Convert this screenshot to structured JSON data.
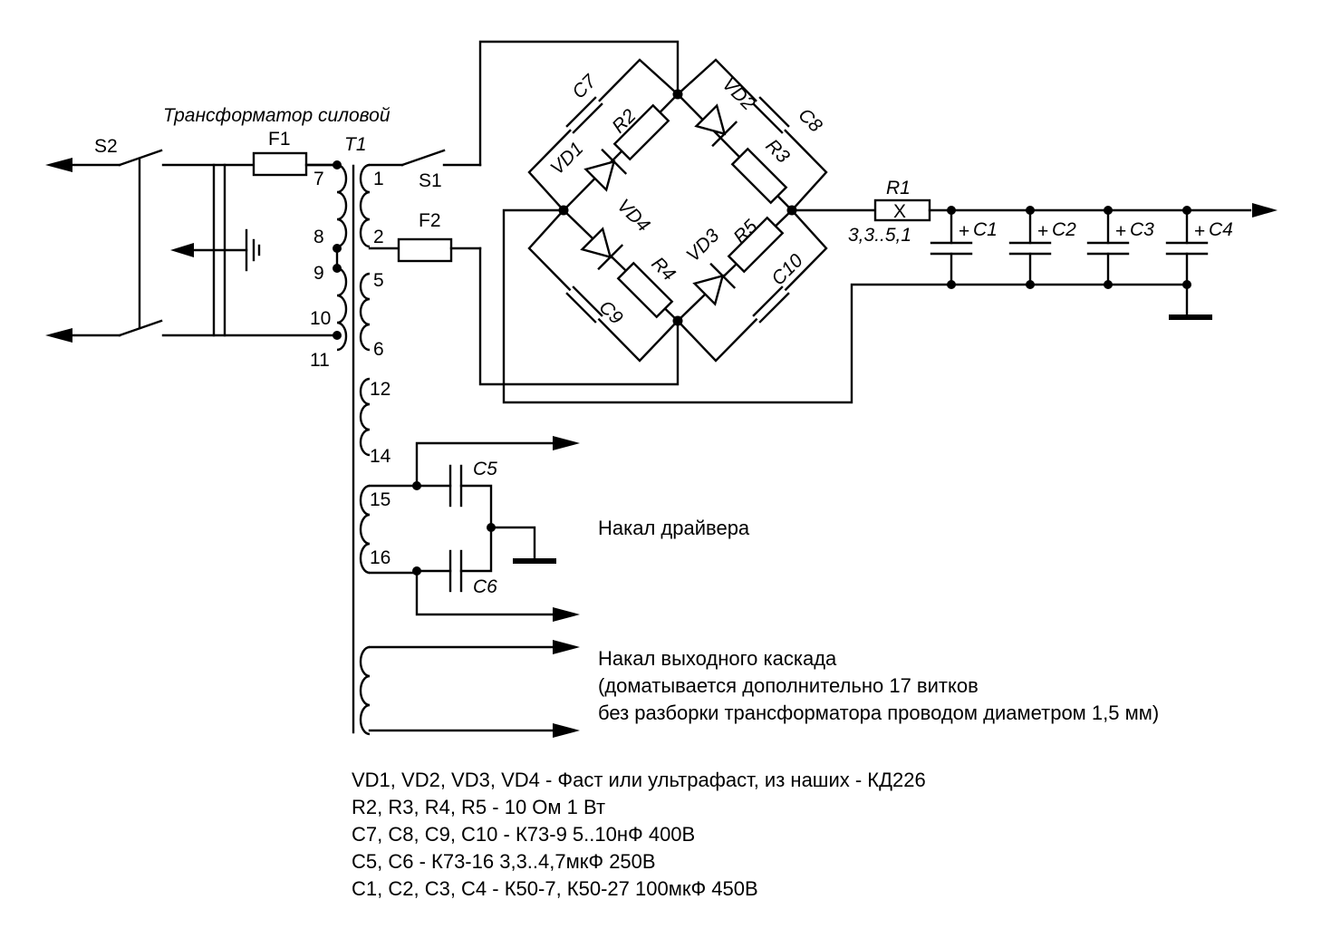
{
  "title": "Трансформатор силовой",
  "components": {
    "S1": "S1",
    "S2": "S2",
    "F1": "F1",
    "F2": "F2",
    "T1": "T1",
    "R1": "R1",
    "R1_value": "3,3..5,1",
    "R1_mark": "X",
    "R2": "R2",
    "R3": "R3",
    "R4": "R4",
    "R5": "R5",
    "VD1": "VD1",
    "VD2": "VD2",
    "VD3": "VD3",
    "VD4": "VD4",
    "C1": "C1",
    "C2": "C2",
    "C3": "C3",
    "C4": "C4",
    "C5": "C5",
    "C6": "C6",
    "C7": "C7",
    "C8": "C8",
    "C9": "C9",
    "C10": "C10",
    "plus": "+"
  },
  "pins": {
    "p1": "1",
    "p2": "2",
    "p5": "5",
    "p6": "6",
    "p7": "7",
    "p8": "8",
    "p9": "9",
    "p10": "10",
    "p11": "11",
    "p12": "12",
    "p14": "14",
    "p15": "15",
    "p16": "16"
  },
  "labels": {
    "driver_heater": "Накал драйвера",
    "output_heater_1": "Накал выходного каскада",
    "output_heater_2": "(доматывается дополнительно 17 витков",
    "output_heater_3": "без разборки трансформатора проводом диаметром 1,5 мм)"
  },
  "notes": [
    "VD1, VD2, VD3, VD4 - Фаст или ультрафаст, из наших - КД226",
    "R2, R3, R4, R5 - 10 Ом 1 Вт",
    "C7, C8, C9, C10 - К73-9 5..10нФ 400В",
    "C5, C6 - К73-16 3,3..4,7мкФ 250В",
    "C1, C2, C3, C4 - К50-7, К50-27 100мкФ 450В"
  ]
}
